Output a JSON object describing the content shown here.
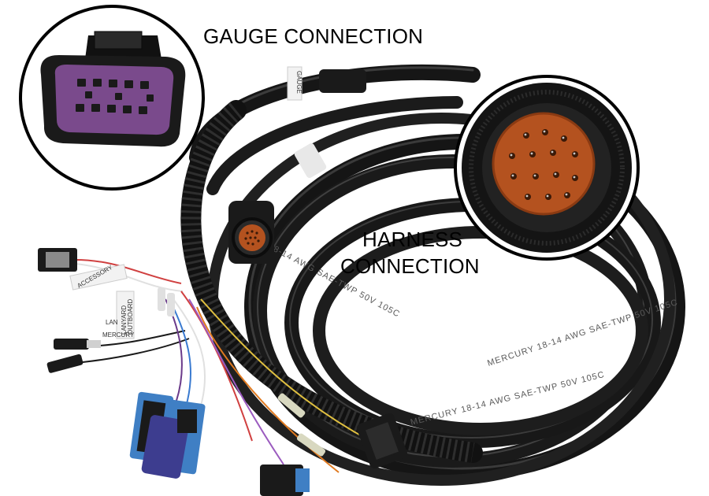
{
  "labels": {
    "gauge": "GAUGE CONNECTION",
    "harness_line1": "HARNESS",
    "harness_line2": "CONNECTION"
  },
  "cable_print": [
    "MERCURY 18-14 AWG SAE-TWP 50V 105C",
    "MERCURY 18-14 AWG SAE-TWP 50V 105C",
    "18-14 AWG SAE-TWP 50V 105C"
  ],
  "tags": {
    "accessory": "ACCESSORY",
    "lanyard": "LANYARD",
    "outboard": "OUTBOARD",
    "lan": "LAN",
    "mercury": "MERCURY",
    "gauge": "GAUGE"
  },
  "colors": {
    "background": "#ffffff",
    "cable": "#1c1c1c",
    "callout_ring": "#000000",
    "gauge_plug": "#7a4a8c",
    "harness_socket": "#b4521f",
    "blue_connector": "#3f7fc4",
    "purple_connector": "#3d3d8f"
  }
}
